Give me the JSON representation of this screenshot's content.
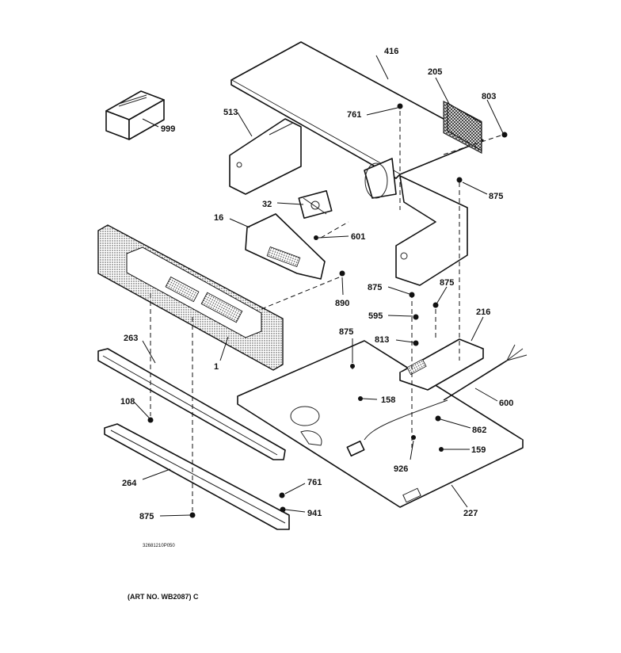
{
  "labels": {
    "p416": "416",
    "p205": "205",
    "p803": "803",
    "p761a": "761",
    "p513": "513",
    "p999": "999",
    "p875a": "875",
    "p32": "32",
    "p16": "16",
    "p601": "601",
    "p890": "890",
    "p875b": "875",
    "p875c": "875",
    "p595": "595",
    "p216": "216",
    "p875d": "875",
    "p813": "813",
    "p263": "263",
    "p1": "1",
    "p158": "158",
    "p600": "600",
    "p108": "108",
    "p862": "862",
    "p926": "926",
    "p159": "159",
    "p264": "264",
    "p761b": "761",
    "p227": "227",
    "p875e": "875",
    "p941": "941"
  },
  "drawing_code": "32681210P050",
  "art_number": "(ART NO. WB2087) C"
}
